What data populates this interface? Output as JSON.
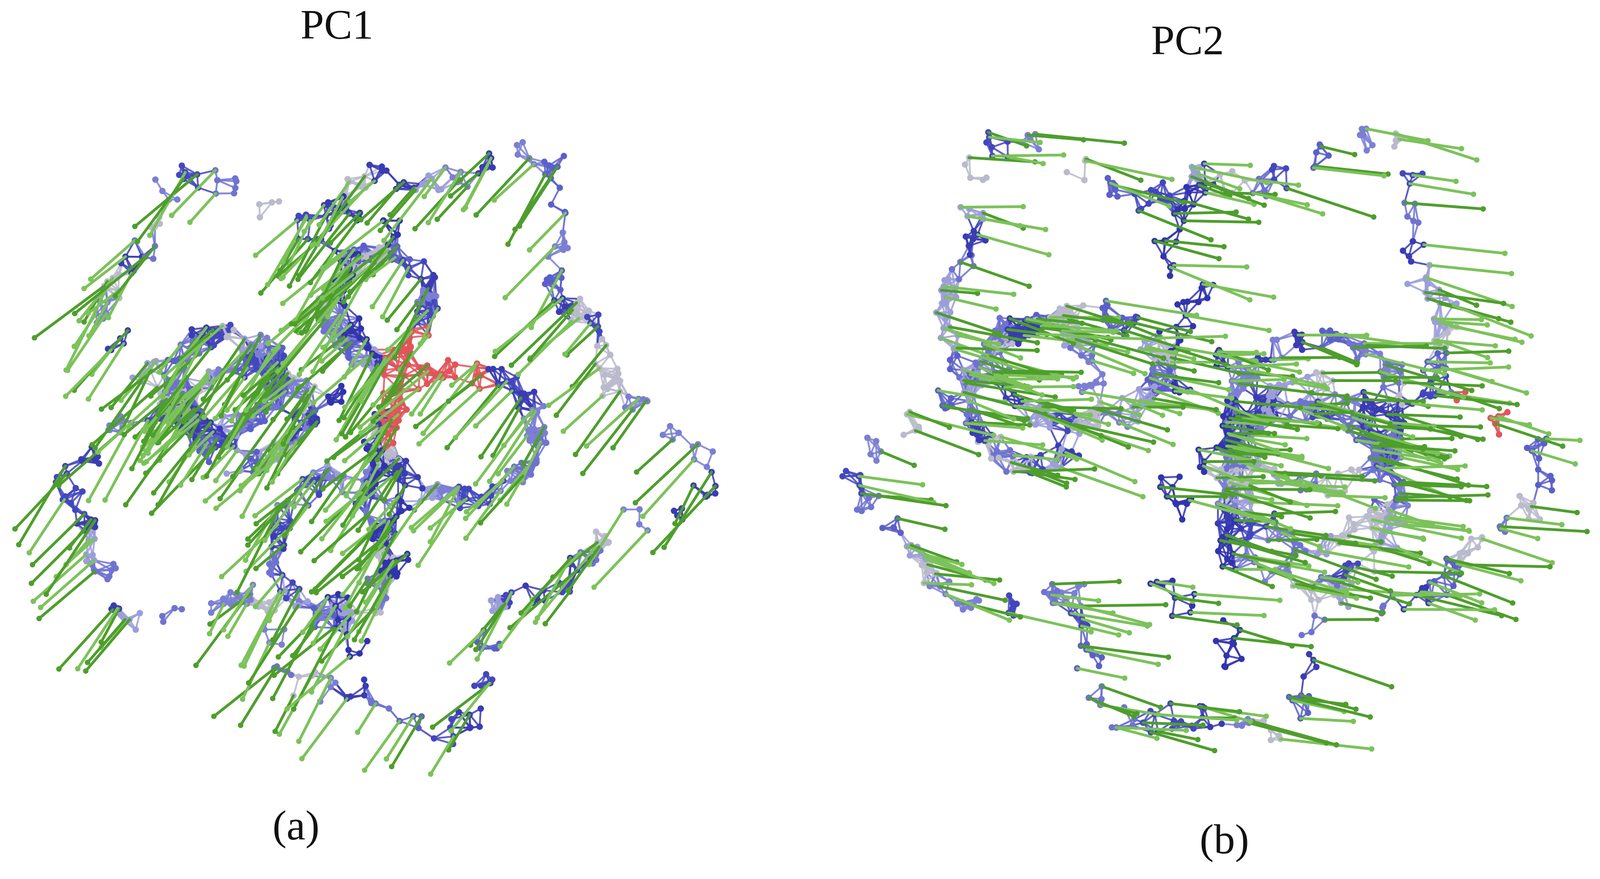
{
  "diagram": {
    "labels": [
      "PC1",
      "PC2",
      "(a)",
      "(b)"
    ]
  }
}
